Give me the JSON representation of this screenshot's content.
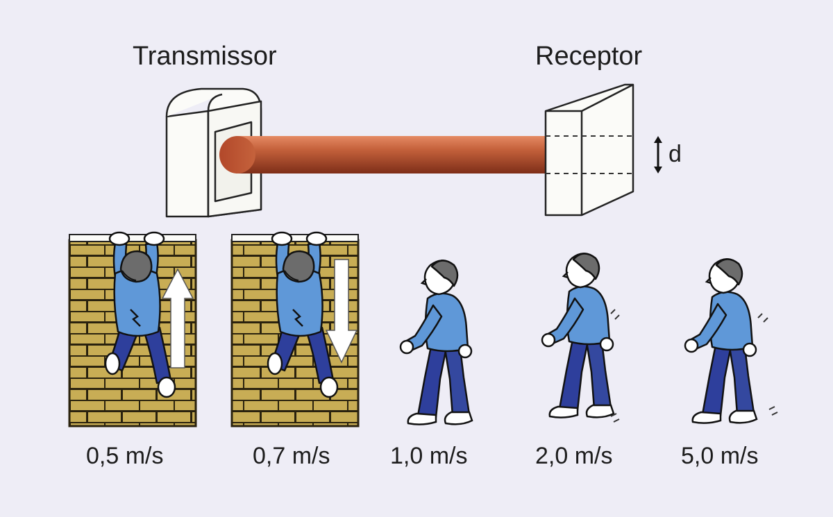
{
  "diagram": {
    "transmitter_label": "Transmissor",
    "receiver_label": "Receptor",
    "beam_gap_label": "d",
    "scenarios": [
      {
        "speed_label": "0,5 m/s",
        "figure": "climbing-up",
        "arrow": "up"
      },
      {
        "speed_label": "0,7 m/s",
        "figure": "climbing-down",
        "arrow": "down"
      },
      {
        "speed_label": "1,0 m/s",
        "figure": "walking"
      },
      {
        "speed_label": "2,0 m/s",
        "figure": "walking"
      },
      {
        "speed_label": "5,0 m/s",
        "figure": "walking"
      }
    ]
  },
  "colors": {
    "background": "#eeedf6",
    "beam": "#c5623c",
    "brick": "#c8ad55",
    "mortar": "#2a220e",
    "shirt": "#5f98d8",
    "pants": "#2e3f9c",
    "hair": "#6c6c6c",
    "skin": "#ffffff",
    "device": "#fbfbf8"
  }
}
